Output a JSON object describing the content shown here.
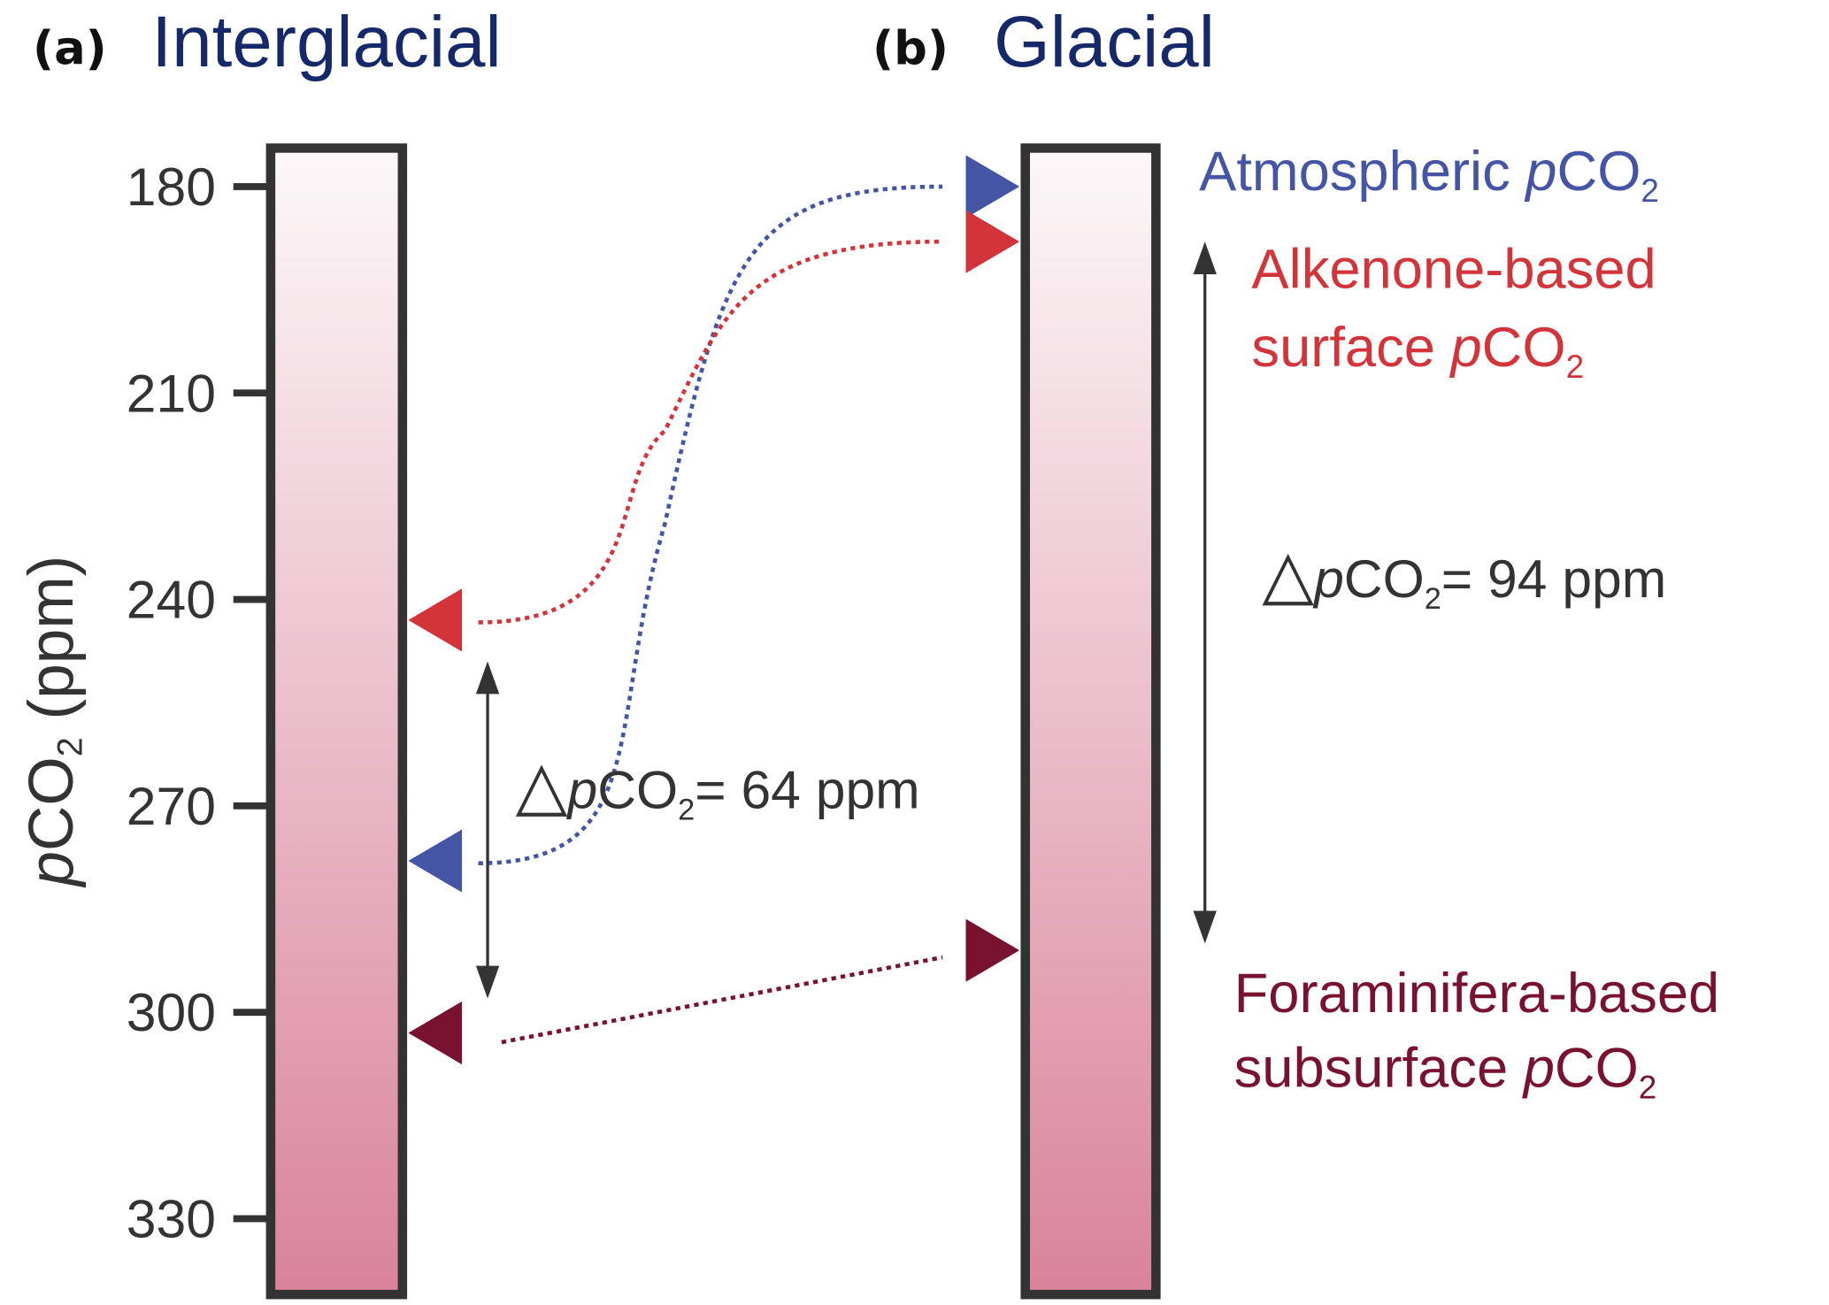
{
  "chart_data": {
    "type": "scatter",
    "ylabel": "pCO2 (ppm)",
    "ylabel_parts": {
      "p": "p",
      "co": "CO",
      "sub": "2",
      "unit": " (ppm)"
    },
    "ylim": [
      175,
      335
    ],
    "y_inverted": true,
    "yticks": [
      180,
      210,
      240,
      270,
      300,
      330
    ],
    "panels": [
      {
        "tag": "(a)",
        "title": "Interglacial",
        "points": [
          {
            "series": "alkenone",
            "value": 243
          },
          {
            "series": "atmospheric",
            "value": 278
          },
          {
            "series": "foraminifera",
            "value": 303
          }
        ],
        "delta_label": {
          "prefix": "△",
          "p": "p",
          "co": "CO",
          "sub": "2",
          "rest": "= 64 ppm"
        },
        "delta_range": [
          249,
          298
        ]
      },
      {
        "tag": "(b)",
        "title": "Glacial",
        "points": [
          {
            "series": "atmospheric",
            "value": 180
          },
          {
            "series": "alkenone",
            "value": 188
          },
          {
            "series": "foraminifera",
            "value": 291
          }
        ],
        "delta_label": {
          "prefix": "△",
          "p": "p",
          "co": "CO",
          "sub": "2",
          "rest": "= 94 ppm"
        },
        "delta_range": [
          188,
          290
        ]
      }
    ],
    "series": [
      {
        "key": "atmospheric",
        "color": "#4455a6",
        "label_lines": [
          [
            "Atmospheric ",
            "p",
            "CO",
            "2"
          ]
        ]
      },
      {
        "key": "alkenone",
        "color": "#d3343a",
        "label_lines": [
          [
            "Alkenone-based"
          ],
          [
            "surface ",
            "p",
            "CO",
            "2"
          ]
        ]
      },
      {
        "key": "foraminifera",
        "color": "#781230",
        "label_lines": [
          [
            "Foraminifera-based"
          ],
          [
            "subsurface ",
            "p",
            "CO",
            "2"
          ]
        ]
      }
    ],
    "title_color": "#14286a",
    "bar_gradient": [
      "#fcf8f9",
      "#d9839b"
    ]
  }
}
